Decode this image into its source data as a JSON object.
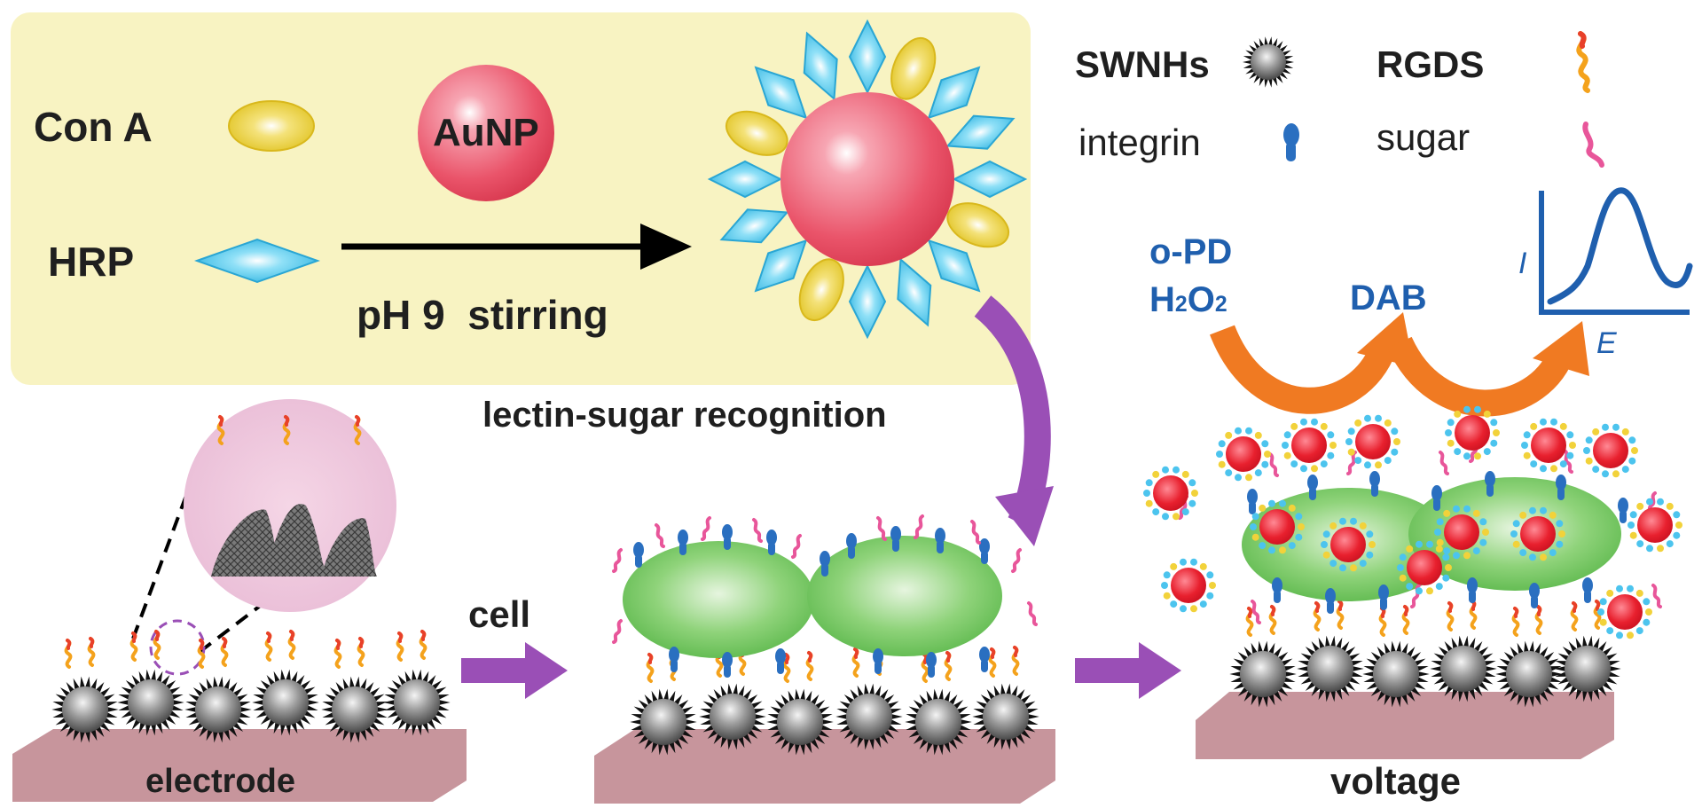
{
  "synthesis": {
    "con_a": "Con A",
    "hrp": "HRP",
    "aunp": "AuNP",
    "condition": "pH 9  stirring"
  },
  "legend": {
    "swnhs": "SWNHs",
    "rgds": "RGDS",
    "integrin": "integrin",
    "sugar": "sugar"
  },
  "process": {
    "recognition": "lectin-sugar recognition",
    "cell": "cell",
    "electrode": "electrode",
    "voltage": "voltage"
  },
  "detection": {
    "opd": "o-PD",
    "h2o2_base": "H",
    "h2o2_sub1": "2",
    "h2o2_mid": "O",
    "h2o2_sub2": "2",
    "dab": "DAB",
    "axis_y": "I",
    "axis_x": "E"
  },
  "colors": {
    "panel": "#f8f3c2",
    "aunp": "#ec5a6e",
    "con_a": "#e6c92a",
    "hrp": "#3ec0e8",
    "cell": "#7ccf6a",
    "electrode": "#c7959c",
    "process_arrow": "#9a4fb6",
    "detection_arrow": "#f07a22",
    "text_blue": "#1f5fae",
    "sugar": "#e8569a",
    "integrin": "#2a6fc0",
    "rgds": "#f4a21c"
  }
}
